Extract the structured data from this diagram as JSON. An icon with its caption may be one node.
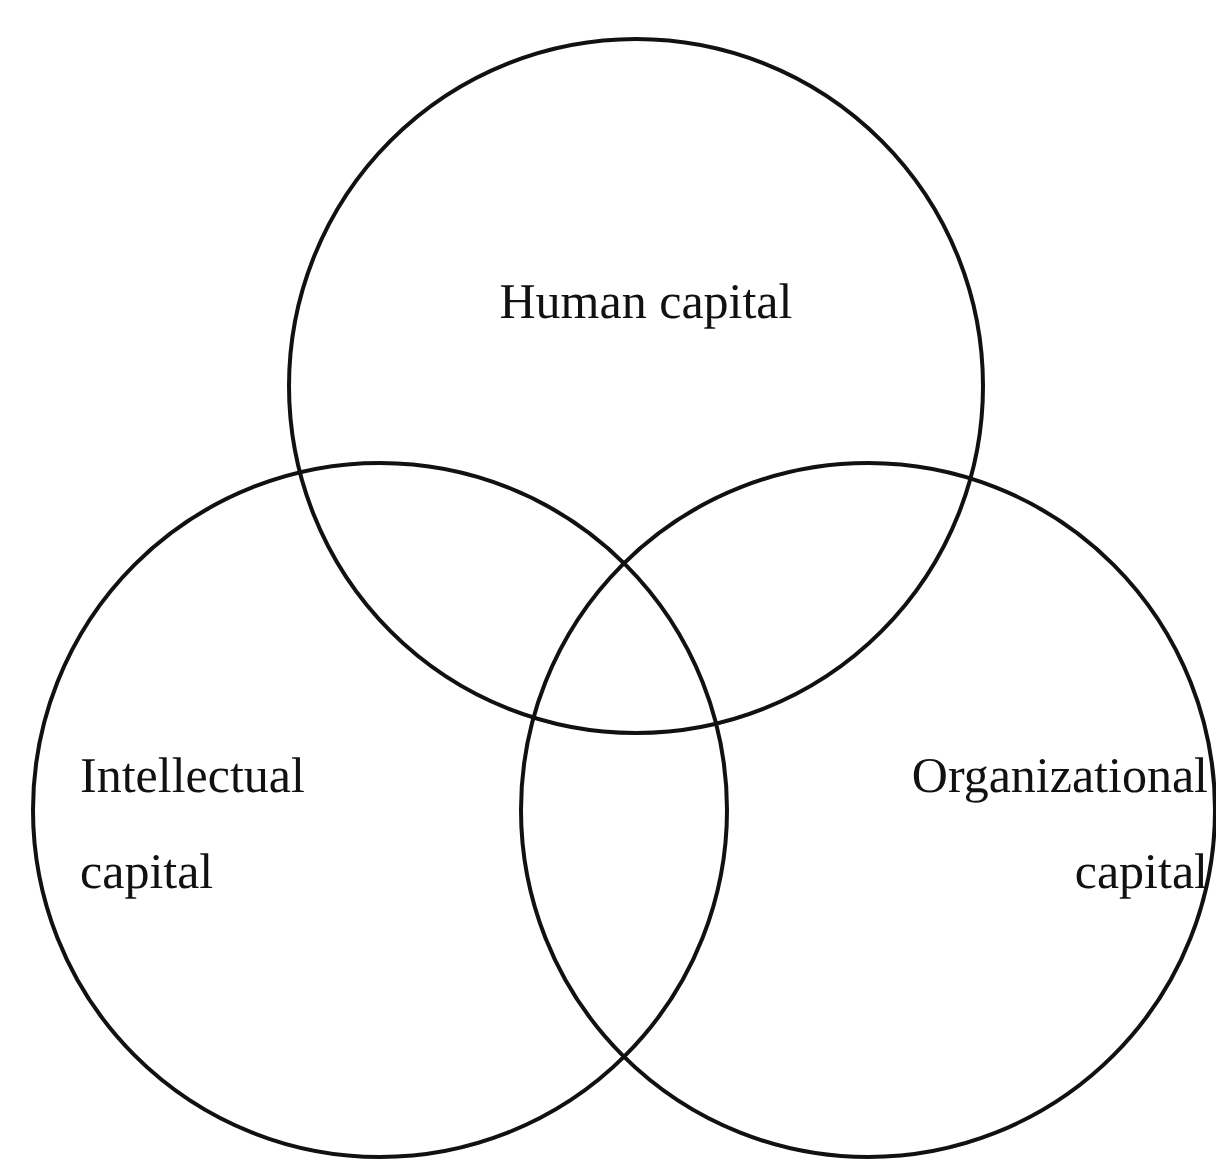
{
  "diagram": {
    "nodes": [
      {
        "text": [
          "Human capital"
        ]
      },
      {
        "text": [
          "Intellectual capital"
        ]
      },
      {
        "text": [
          "Organizational capital"
        ]
      }
    ]
  }
}
